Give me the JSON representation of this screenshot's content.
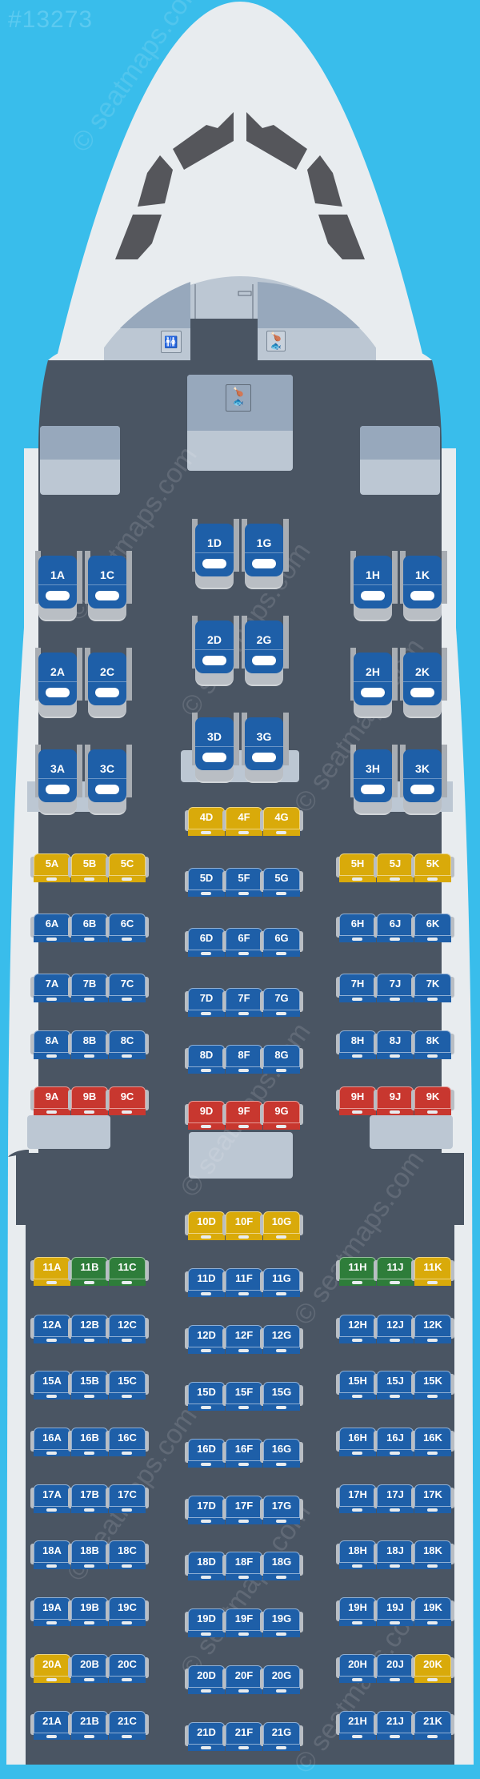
{
  "map": {
    "id_label": "#13273",
    "watermark": "© seatmaps.com",
    "colors": {
      "sky": "#39BDEB",
      "fuselage": "#E8ECEF",
      "cabin": "#4A5563",
      "cockpit_window": "#55565B",
      "standard": "#1E5FA8",
      "extra_legroom": "#D9AA0A",
      "restricted": "#C8372F",
      "recommended": "#2E7D3A"
    },
    "facilities": {
      "lavatory_icon": "lavatory",
      "galley_icon": "galley"
    }
  },
  "business": {
    "rows": [
      {
        "row": 1,
        "left": [
          "1A",
          "1C"
        ],
        "center": [
          "1D",
          "1G"
        ],
        "right": [
          "1H",
          "1K"
        ]
      },
      {
        "row": 2,
        "left": [
          "2A",
          "2C"
        ],
        "center": [
          "2D",
          "2G"
        ],
        "right": [
          "2H",
          "2K"
        ]
      },
      {
        "row": 3,
        "left": [
          "3A",
          "3C"
        ],
        "center": [
          "3D",
          "3G"
        ],
        "right": [
          "3H",
          "3K"
        ]
      }
    ]
  },
  "economy": {
    "rows": [
      {
        "row": 4,
        "left": [],
        "center": [
          {
            "id": "4D",
            "c": "y"
          },
          {
            "id": "4F",
            "c": "y"
          },
          {
            "id": "4G",
            "c": "y"
          }
        ],
        "right": []
      },
      {
        "row": 5,
        "left": [
          {
            "id": "5A",
            "c": "y"
          },
          {
            "id": "5B",
            "c": "y"
          },
          {
            "id": "5C",
            "c": "y"
          }
        ],
        "center": [
          {
            "id": "5D",
            "c": "b"
          },
          {
            "id": "5F",
            "c": "b"
          },
          {
            "id": "5G",
            "c": "b"
          }
        ],
        "right": [
          {
            "id": "5H",
            "c": "y"
          },
          {
            "id": "5J",
            "c": "y"
          },
          {
            "id": "5K",
            "c": "y"
          }
        ]
      },
      {
        "row": 6,
        "left": [
          {
            "id": "6A",
            "c": "b"
          },
          {
            "id": "6B",
            "c": "b"
          },
          {
            "id": "6C",
            "c": "b"
          }
        ],
        "center": [
          {
            "id": "6D",
            "c": "b"
          },
          {
            "id": "6F",
            "c": "b"
          },
          {
            "id": "6G",
            "c": "b"
          }
        ],
        "right": [
          {
            "id": "6H",
            "c": "b"
          },
          {
            "id": "6J",
            "c": "b"
          },
          {
            "id": "6K",
            "c": "b"
          }
        ]
      },
      {
        "row": 7,
        "left": [
          {
            "id": "7A",
            "c": "b"
          },
          {
            "id": "7B",
            "c": "b"
          },
          {
            "id": "7C",
            "c": "b"
          }
        ],
        "center": [
          {
            "id": "7D",
            "c": "b"
          },
          {
            "id": "7F",
            "c": "b"
          },
          {
            "id": "7G",
            "c": "b"
          }
        ],
        "right": [
          {
            "id": "7H",
            "c": "b"
          },
          {
            "id": "7J",
            "c": "b"
          },
          {
            "id": "7K",
            "c": "b"
          }
        ]
      },
      {
        "row": 8,
        "left": [
          {
            "id": "8A",
            "c": "b"
          },
          {
            "id": "8B",
            "c": "b"
          },
          {
            "id": "8C",
            "c": "b"
          }
        ],
        "center": [
          {
            "id": "8D",
            "c": "b"
          },
          {
            "id": "8F",
            "c": "b"
          },
          {
            "id": "8G",
            "c": "b"
          }
        ],
        "right": [
          {
            "id": "8H",
            "c": "b"
          },
          {
            "id": "8J",
            "c": "b"
          },
          {
            "id": "8K",
            "c": "b"
          }
        ]
      },
      {
        "row": 9,
        "left": [
          {
            "id": "9A",
            "c": "r"
          },
          {
            "id": "9B",
            "c": "r"
          },
          {
            "id": "9C",
            "c": "r"
          }
        ],
        "center": [
          {
            "id": "9D",
            "c": "r"
          },
          {
            "id": "9F",
            "c": "r"
          },
          {
            "id": "9G",
            "c": "r"
          }
        ],
        "right": [
          {
            "id": "9H",
            "c": "r"
          },
          {
            "id": "9J",
            "c": "r"
          },
          {
            "id": "9K",
            "c": "r"
          }
        ]
      },
      {
        "row": 10,
        "left": [],
        "center": [
          {
            "id": "10D",
            "c": "y"
          },
          {
            "id": "10F",
            "c": "y"
          },
          {
            "id": "10G",
            "c": "y"
          }
        ],
        "right": []
      },
      {
        "row": 11,
        "left": [
          {
            "id": "11A",
            "c": "y"
          },
          {
            "id": "11B",
            "c": "g"
          },
          {
            "id": "11C",
            "c": "g"
          }
        ],
        "center": [
          {
            "id": "11D",
            "c": "b"
          },
          {
            "id": "11F",
            "c": "b"
          },
          {
            "id": "11G",
            "c": "b"
          }
        ],
        "right": [
          {
            "id": "11H",
            "c": "g"
          },
          {
            "id": "11J",
            "c": "g"
          },
          {
            "id": "11K",
            "c": "y"
          }
        ]
      },
      {
        "row": 12,
        "left": [
          {
            "id": "12A",
            "c": "b"
          },
          {
            "id": "12B",
            "c": "b"
          },
          {
            "id": "12C",
            "c": "b"
          }
        ],
        "center": [
          {
            "id": "12D",
            "c": "b"
          },
          {
            "id": "12F",
            "c": "b"
          },
          {
            "id": "12G",
            "c": "b"
          }
        ],
        "right": [
          {
            "id": "12H",
            "c": "b"
          },
          {
            "id": "12J",
            "c": "b"
          },
          {
            "id": "12K",
            "c": "b"
          }
        ]
      },
      {
        "row": 15,
        "left": [
          {
            "id": "15A",
            "c": "b"
          },
          {
            "id": "15B",
            "c": "b"
          },
          {
            "id": "15C",
            "c": "b"
          }
        ],
        "center": [
          {
            "id": "15D",
            "c": "b"
          },
          {
            "id": "15F",
            "c": "b"
          },
          {
            "id": "15G",
            "c": "b"
          }
        ],
        "right": [
          {
            "id": "15H",
            "c": "b"
          },
          {
            "id": "15J",
            "c": "b"
          },
          {
            "id": "15K",
            "c": "b"
          }
        ]
      },
      {
        "row": 16,
        "left": [
          {
            "id": "16A",
            "c": "b"
          },
          {
            "id": "16B",
            "c": "b"
          },
          {
            "id": "16C",
            "c": "b"
          }
        ],
        "center": [
          {
            "id": "16D",
            "c": "b"
          },
          {
            "id": "16F",
            "c": "b"
          },
          {
            "id": "16G",
            "c": "b"
          }
        ],
        "right": [
          {
            "id": "16H",
            "c": "b"
          },
          {
            "id": "16J",
            "c": "b"
          },
          {
            "id": "16K",
            "c": "b"
          }
        ]
      },
      {
        "row": 17,
        "left": [
          {
            "id": "17A",
            "c": "b"
          },
          {
            "id": "17B",
            "c": "b"
          },
          {
            "id": "17C",
            "c": "b"
          }
        ],
        "center": [
          {
            "id": "17D",
            "c": "b"
          },
          {
            "id": "17F",
            "c": "b"
          },
          {
            "id": "17G",
            "c": "b"
          }
        ],
        "right": [
          {
            "id": "17H",
            "c": "b"
          },
          {
            "id": "17J",
            "c": "b"
          },
          {
            "id": "17K",
            "c": "b"
          }
        ]
      },
      {
        "row": 18,
        "left": [
          {
            "id": "18A",
            "c": "b"
          },
          {
            "id": "18B",
            "c": "b"
          },
          {
            "id": "18C",
            "c": "b"
          }
        ],
        "center": [
          {
            "id": "18D",
            "c": "b"
          },
          {
            "id": "18F",
            "c": "b"
          },
          {
            "id": "18G",
            "c": "b"
          }
        ],
        "right": [
          {
            "id": "18H",
            "c": "b"
          },
          {
            "id": "18J",
            "c": "b"
          },
          {
            "id": "18K",
            "c": "b"
          }
        ]
      },
      {
        "row": 19,
        "left": [
          {
            "id": "19A",
            "c": "b"
          },
          {
            "id": "19B",
            "c": "b"
          },
          {
            "id": "19C",
            "c": "b"
          }
        ],
        "center": [
          {
            "id": "19D",
            "c": "b"
          },
          {
            "id": "19F",
            "c": "b"
          },
          {
            "id": "19G",
            "c": "b"
          }
        ],
        "right": [
          {
            "id": "19H",
            "c": "b"
          },
          {
            "id": "19J",
            "c": "b"
          },
          {
            "id": "19K",
            "c": "b"
          }
        ]
      },
      {
        "row": 20,
        "left": [
          {
            "id": "20A",
            "c": "y"
          },
          {
            "id": "20B",
            "c": "b"
          },
          {
            "id": "20C",
            "c": "b"
          }
        ],
        "center": [
          {
            "id": "20D",
            "c": "b"
          },
          {
            "id": "20F",
            "c": "b"
          },
          {
            "id": "20G",
            "c": "b"
          }
        ],
        "right": [
          {
            "id": "20H",
            "c": "b"
          },
          {
            "id": "20J",
            "c": "b"
          },
          {
            "id": "20K",
            "c": "y"
          }
        ]
      },
      {
        "row": 21,
        "left": [
          {
            "id": "21A",
            "c": "b"
          },
          {
            "id": "21B",
            "c": "b"
          },
          {
            "id": "21C",
            "c": "b"
          }
        ],
        "center": [
          {
            "id": "21D",
            "c": "b"
          },
          {
            "id": "21F",
            "c": "b"
          },
          {
            "id": "21G",
            "c": "b"
          }
        ],
        "right": [
          {
            "id": "21H",
            "c": "b"
          },
          {
            "id": "21J",
            "c": "b"
          },
          {
            "id": "21K",
            "c": "b"
          }
        ]
      }
    ]
  }
}
